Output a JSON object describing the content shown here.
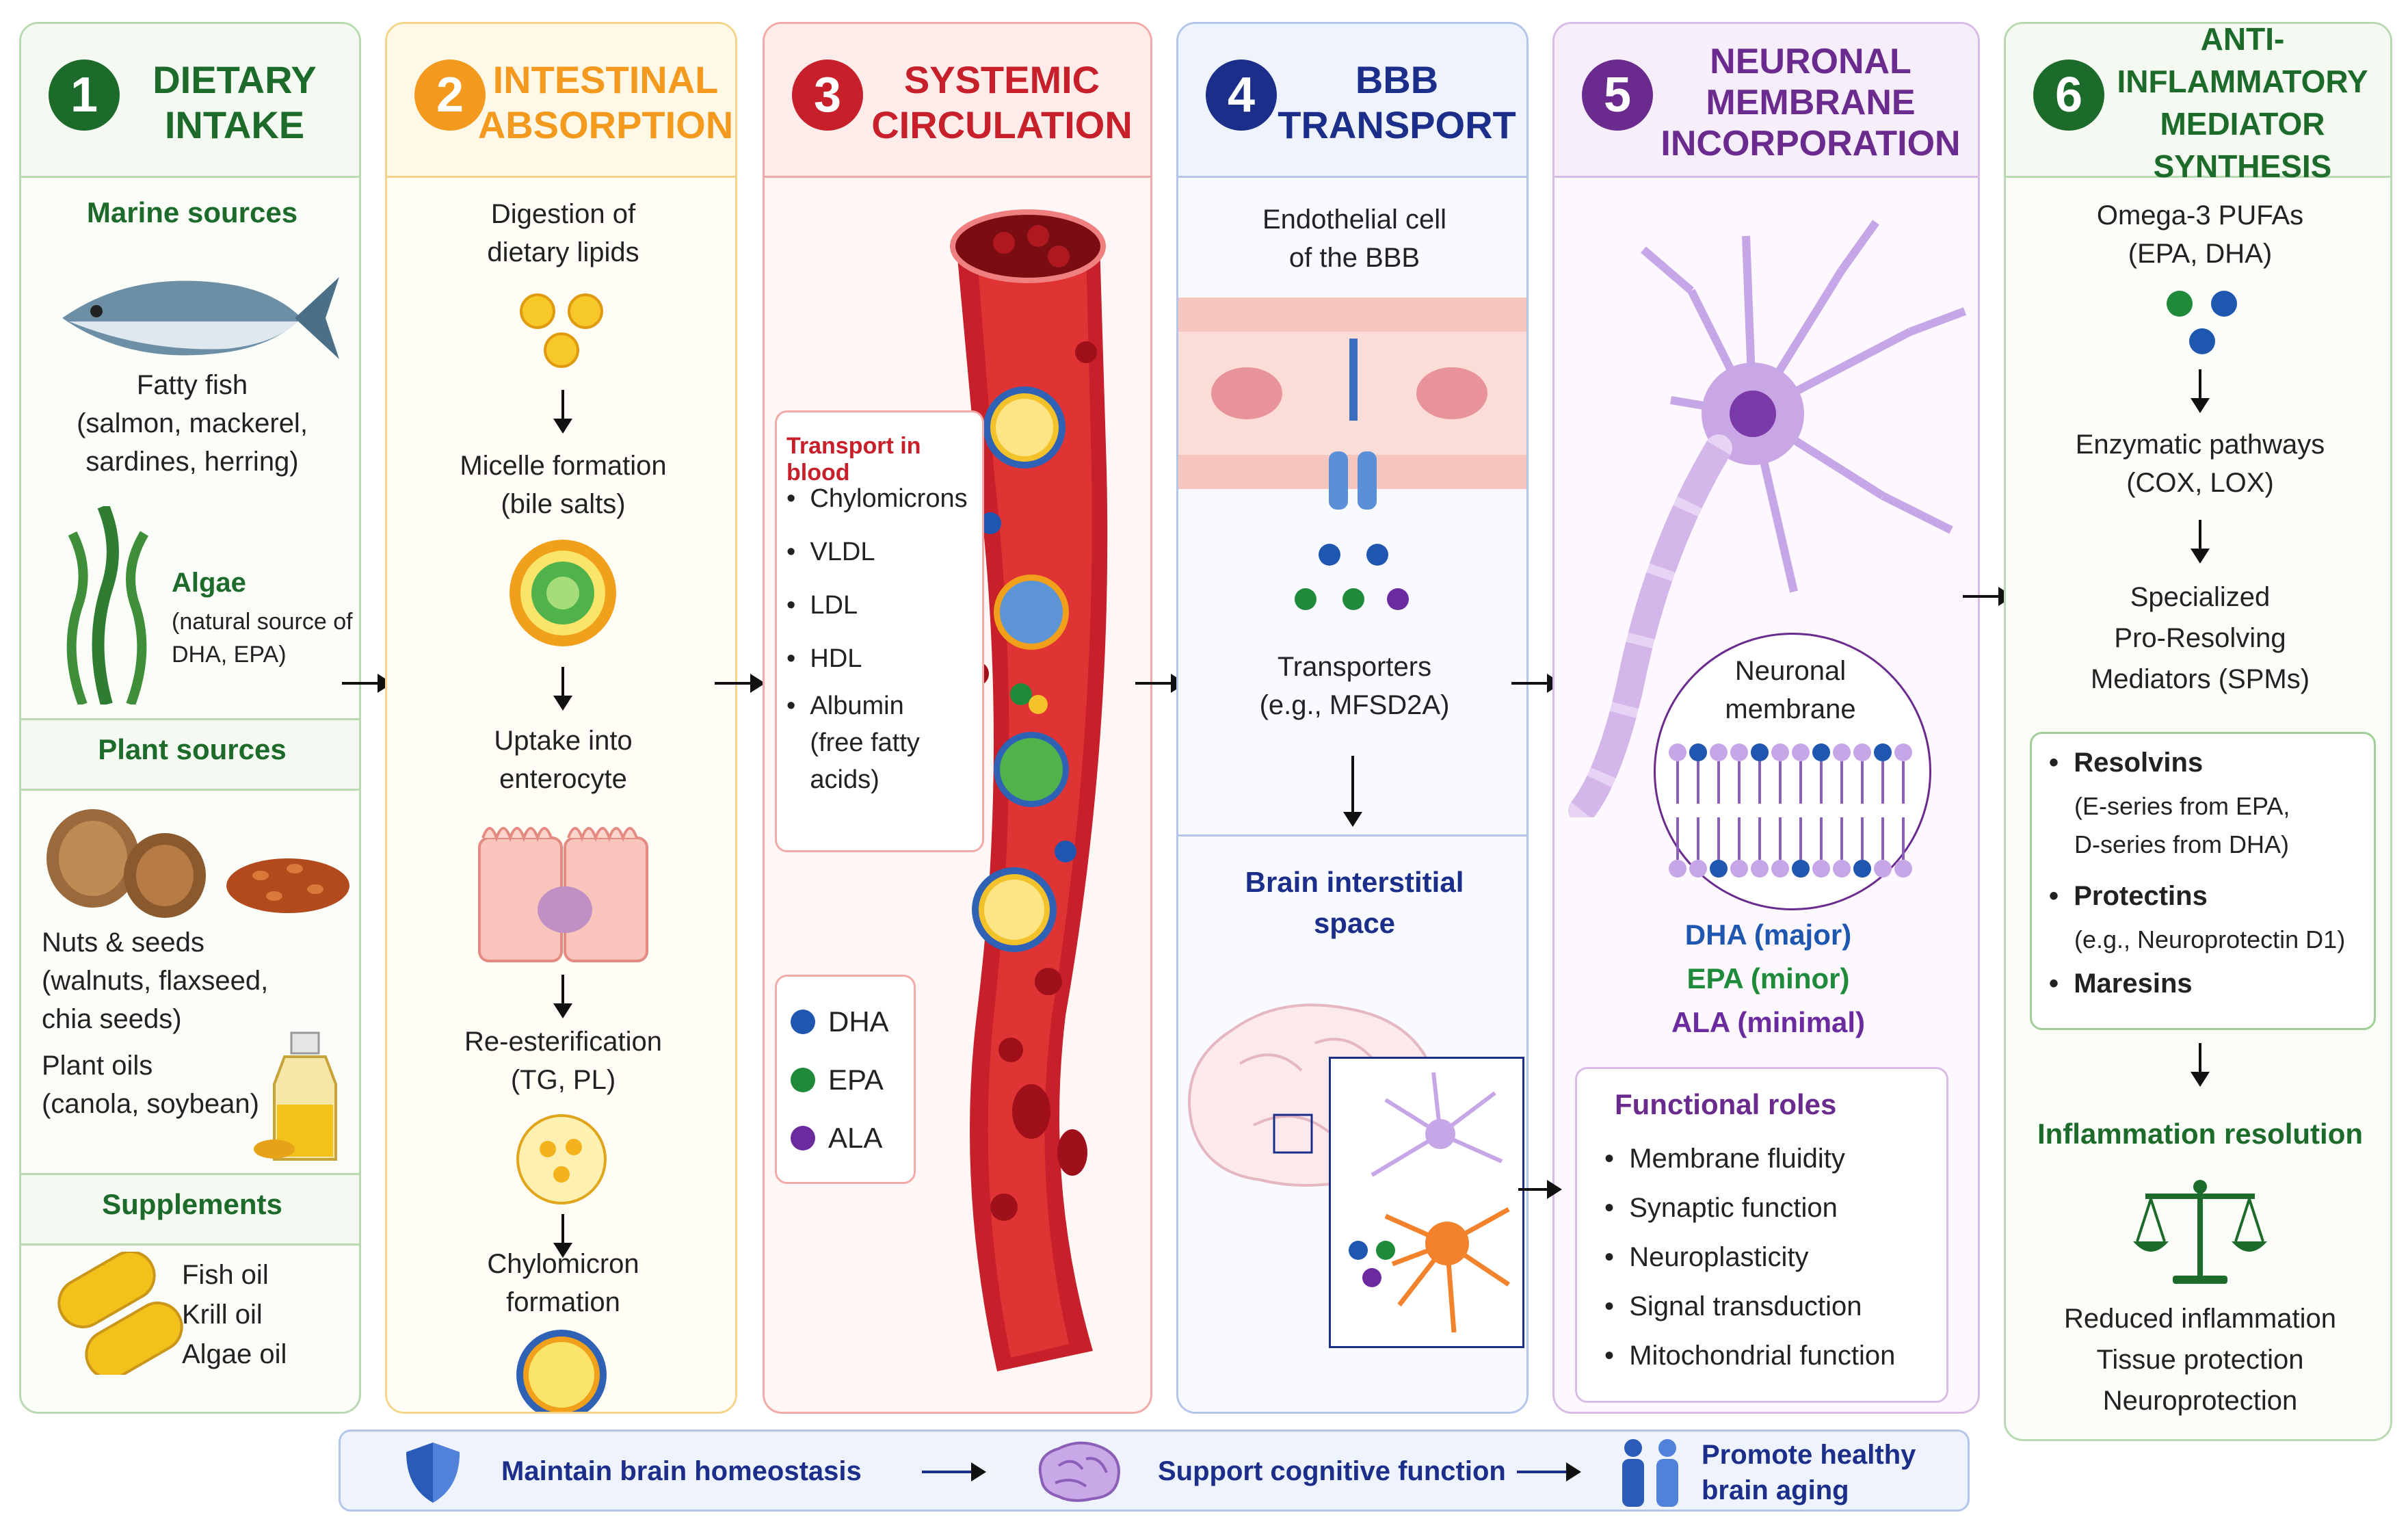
{
  "colors": {
    "green": "#1d6b2a",
    "orange": "#f39a1e",
    "red": "#c8202a",
    "navy": "#1b2e8a",
    "purple": "#6b2a8e",
    "dha": "#1e56b0",
    "epa": "#1e8a3a",
    "ala": "#6b2a9e"
  },
  "panels": [
    {
      "num": "1",
      "title_l1": "DIETARY",
      "title_l2": "INTAKE",
      "title_l3": ""
    },
    {
      "num": "2",
      "title_l1": "INTESTINAL",
      "title_l2": "ABSORPTION",
      "title_l3": ""
    },
    {
      "num": "3",
      "title_l1": "SYSTEMIC",
      "title_l2": "CIRCULATION",
      "title_l3": ""
    },
    {
      "num": "4",
      "title_l1": "BBB",
      "title_l2": "TRANSPORT",
      "title_l3": ""
    },
    {
      "num": "5",
      "title_l1": "NEURONAL",
      "title_l2": "MEMBRANE",
      "title_l3": "INCORPORATION"
    },
    {
      "num": "6",
      "title_l1": "ANTI-INFLAMMATORY",
      "title_l2": "MEDIATOR",
      "title_l3": "SYNTHESIS"
    }
  ],
  "p1": {
    "marine_header": "Marine sources",
    "fish_text": "Fatty fish\n(salmon, mackerel,\nsardines, herring)",
    "algae_title": "Algae",
    "algae_text": "(natural source of\nDHA, EPA)",
    "plant_header": "Plant sources",
    "nuts_text": "Nuts & seeds\n(walnuts, flaxseed,\nchia seeds)",
    "oils_text": "Plant oils\n(canola, soybean)",
    "supp_header": "Supplements",
    "supp_text": "Fish oil\nKrill oil\nAlgae oil"
  },
  "p2": {
    "step1": "Digestion of\ndietary lipids",
    "step2": "Micelle formation\n(bile salts)",
    "step3": "Uptake into\nenterocyte",
    "step4": "Re-esterification\n(TG, PL)",
    "step5": "Chylomicron\nformation"
  },
  "p3": {
    "transport_title": "Transport in blood",
    "transport_items": [
      "Chylomicrons",
      "VLDL",
      "LDL",
      "HDL",
      "Albumin\n(free fatty\nacids)"
    ],
    "legend": [
      "DHA",
      "EPA",
      "ALA"
    ]
  },
  "p4": {
    "endo_label": "Endothelial cell\nof the BBB",
    "transporters_label": "Transporters\n(e.g., MFSD2A)",
    "interstitial_label": "Brain interstitial\nspace"
  },
  "p5": {
    "membrane_label": "Neuronal\nmembrane",
    "dha_major": "DHA (major)",
    "epa_minor": "EPA (minor)",
    "ala_minimal": "ALA (minimal)",
    "roles_title": "Functional roles",
    "roles": [
      "Membrane fluidity",
      "Synaptic function",
      "Neuroplasticity",
      "Signal transduction",
      "Mitochondrial function"
    ]
  },
  "p6": {
    "pufa_label": "Omega-3 PUFAs\n(EPA, DHA)",
    "enzymatic_label": "Enzymatic pathways\n(COX, LOX)",
    "spm_label": "Specialized\nPro-Resolving\nMediators (SPMs)",
    "resolvins": "Resolvins",
    "resolvins_sub": "(E-series from EPA,\nD-series from DHA)",
    "protectins": "Protectins",
    "protectins_sub": "(e.g., Neuroprotectin D1)",
    "maresins": "Maresins",
    "resolution_title": "Inflammation resolution",
    "outcomes": "Reduced inflammation\nTissue protection\nNeuroprotection"
  },
  "footer": {
    "item1": "Maintain brain homeostasis",
    "item2": "Support cognitive function",
    "item3": "Promote healthy\nbrain aging"
  }
}
